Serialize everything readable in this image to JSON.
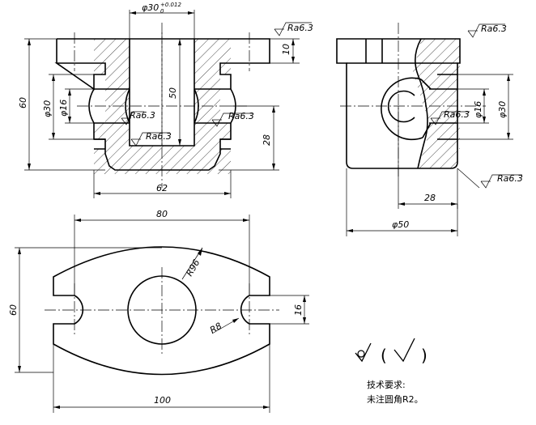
{
  "front_view": {
    "dim_bore": "φ30",
    "dim_bore_tol_upper": "+0.012",
    "dim_bore_tol_lower": "0",
    "dim_flange": "10",
    "dim_height": "60",
    "dim_hole30": "φ30",
    "dim_hole16": "φ16",
    "dim_depth": "50",
    "dim_28": "28",
    "dim_62": "62",
    "rough_top": "Ra6.3",
    "rough_left": "Ra6.3",
    "rough_right": "Ra6.3",
    "rough_bottom": "Ra6.3"
  },
  "side_view": {
    "rough_top": "Ra6.3",
    "rough_hole": "Ra6.3",
    "rough_base": "Ra6.3",
    "dim_hole16": "φ16",
    "dim_hole30": "φ30",
    "dim_28": "28",
    "dim_50": "φ50"
  },
  "top_view": {
    "dim_80": "80",
    "dim_60": "60",
    "dim_r96": "R96",
    "dim_r8": "R8",
    "dim_16": "16",
    "dim_100": "100"
  },
  "notes": {
    "general_symbol_paren_open": "(",
    "general_symbol_paren_close": ")",
    "title": "技术要求:",
    "line1": "未注圆角R2。"
  }
}
